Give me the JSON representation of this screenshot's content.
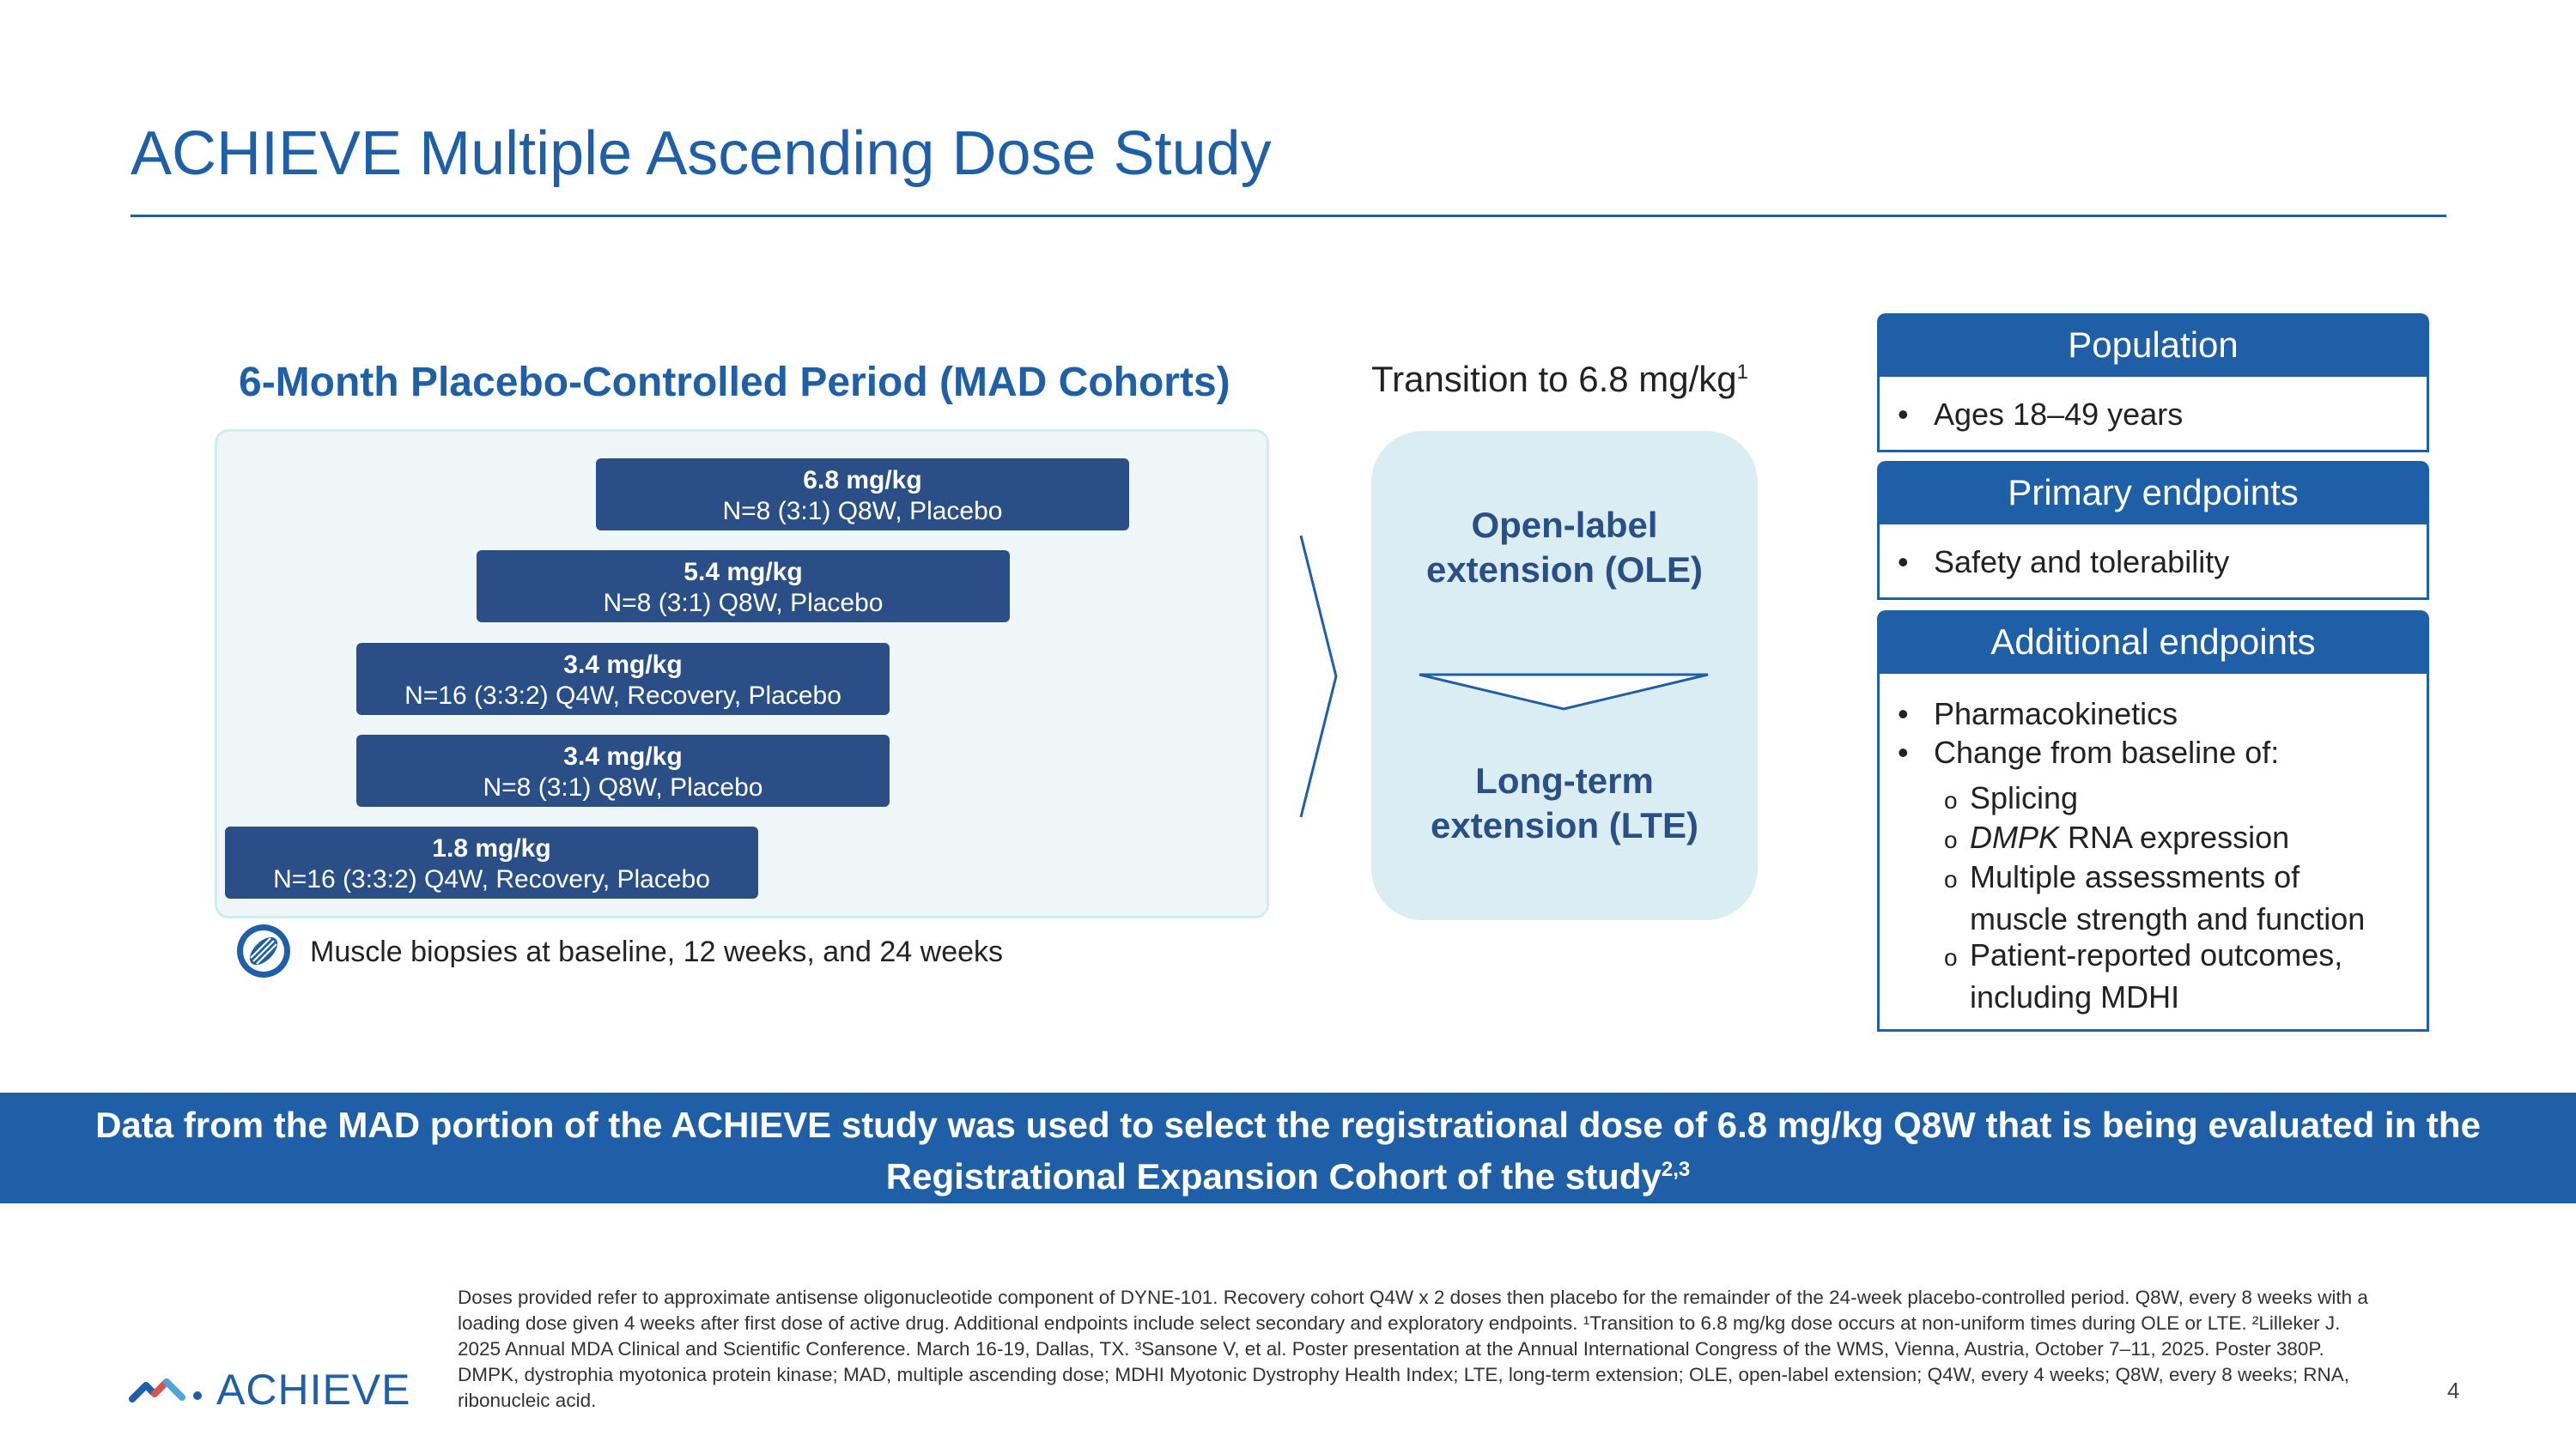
{
  "slide": {
    "title": "ACHIEVE Multiple Ascending Dose Study",
    "page_number": "4"
  },
  "placebo_period": {
    "heading": "6-Month Placebo-Controlled Period (MAD Cohorts)",
    "cohorts": [
      {
        "dose": "6.8 mg/kg",
        "detail": "N=8 (3:1) Q8W, Placebo"
      },
      {
        "dose": "5.4 mg/kg",
        "detail": "N=8 (3:1) Q8W, Placebo"
      },
      {
        "dose": "3.4 mg/kg",
        "detail": "N=16 (3:3:2) Q4W, Recovery, Placebo"
      },
      {
        "dose": "3.4 mg/kg",
        "detail": "N=8 (3:1) Q8W, Placebo"
      },
      {
        "dose": "1.8 mg/kg",
        "detail": "N=16 (3:3:2) Q4W, Recovery, Placebo"
      }
    ],
    "biopsy_icon": "muscle-fiber-icon",
    "biopsy_text": "Muscle biopsies at baseline, 12 weeks, and 24 weeks"
  },
  "transition": {
    "label": "Transition to 6.8 mg/kg",
    "label_sup": "1",
    "ole_line1": "Open-label",
    "ole_line2": "extension (OLE)",
    "lte_line1": "Long-term",
    "lte_line2": "extension (LTE)"
  },
  "population": {
    "header": "Population",
    "items": [
      "Ages 18–49 years"
    ]
  },
  "primary": {
    "header": "Primary endpoints",
    "items": [
      "Safety and tolerability"
    ]
  },
  "additional": {
    "header": "Additional endpoints",
    "items": [
      "Pharmacokinetics",
      "Change from baseline of:"
    ],
    "sub_items": {
      "splicing": "Splicing",
      "dmpk_italic": "DMPK",
      "dmpk_rest": " RNA expression",
      "muscle_line1": "Multiple assessments of",
      "muscle_line2": "muscle strength and function",
      "pro_line1": "Patient-reported outcomes,",
      "pro_line2": "including MDHI"
    }
  },
  "banner": {
    "line1": "Data from the MAD portion of the ACHIEVE study was used to select the registrational dose of 6.8 mg/kg Q8W that is being evaluated in the",
    "line2": "Registrational Expansion Cohort of the study",
    "line2_sup": "2,3"
  },
  "footnotes": {
    "p1": "Doses provided refer to approximate antisense oligonucleotide component of DYNE-101. Recovery cohort Q4W x 2 doses then placebo for the remainder of the 24-week placebo-controlled period. Q8W, every 8 weeks with a loading dose given 4 weeks after first dose of active drug. Additional endpoints include select secondary and exploratory endpoints. ¹Transition to 6.8 mg/kg dose occurs at non-uniform times during OLE or LTE. ²Lilleker J. 2025 Annual MDA Clinical and Scientific Conference. March 16-19, Dallas, TX. ³Sansone V, et al. Poster presentation at the Annual International Congress of the WMS, Vienna, Austria, October 7–11, 2025. Poster 380P.",
    "p2": "DMPK, dystrophia myotonica protein kinase; MAD, multiple ascending dose; MDHI Myotonic Dystrophy Health Index; LTE, long-term extension; OLE, open-label extension; Q4W, every 4 weeks; Q8W, every 8 weeks; RNA, ribonucleic acid."
  },
  "logo": {
    "text": "ACHIEVE",
    "icon": "achieve-logo-icon"
  },
  "colors": {
    "brand_blue": "#1e5fa8",
    "cohort_navy": "#2a4f86",
    "panel_light": "#eef6f8",
    "extension_fill": "#d9edf3"
  }
}
